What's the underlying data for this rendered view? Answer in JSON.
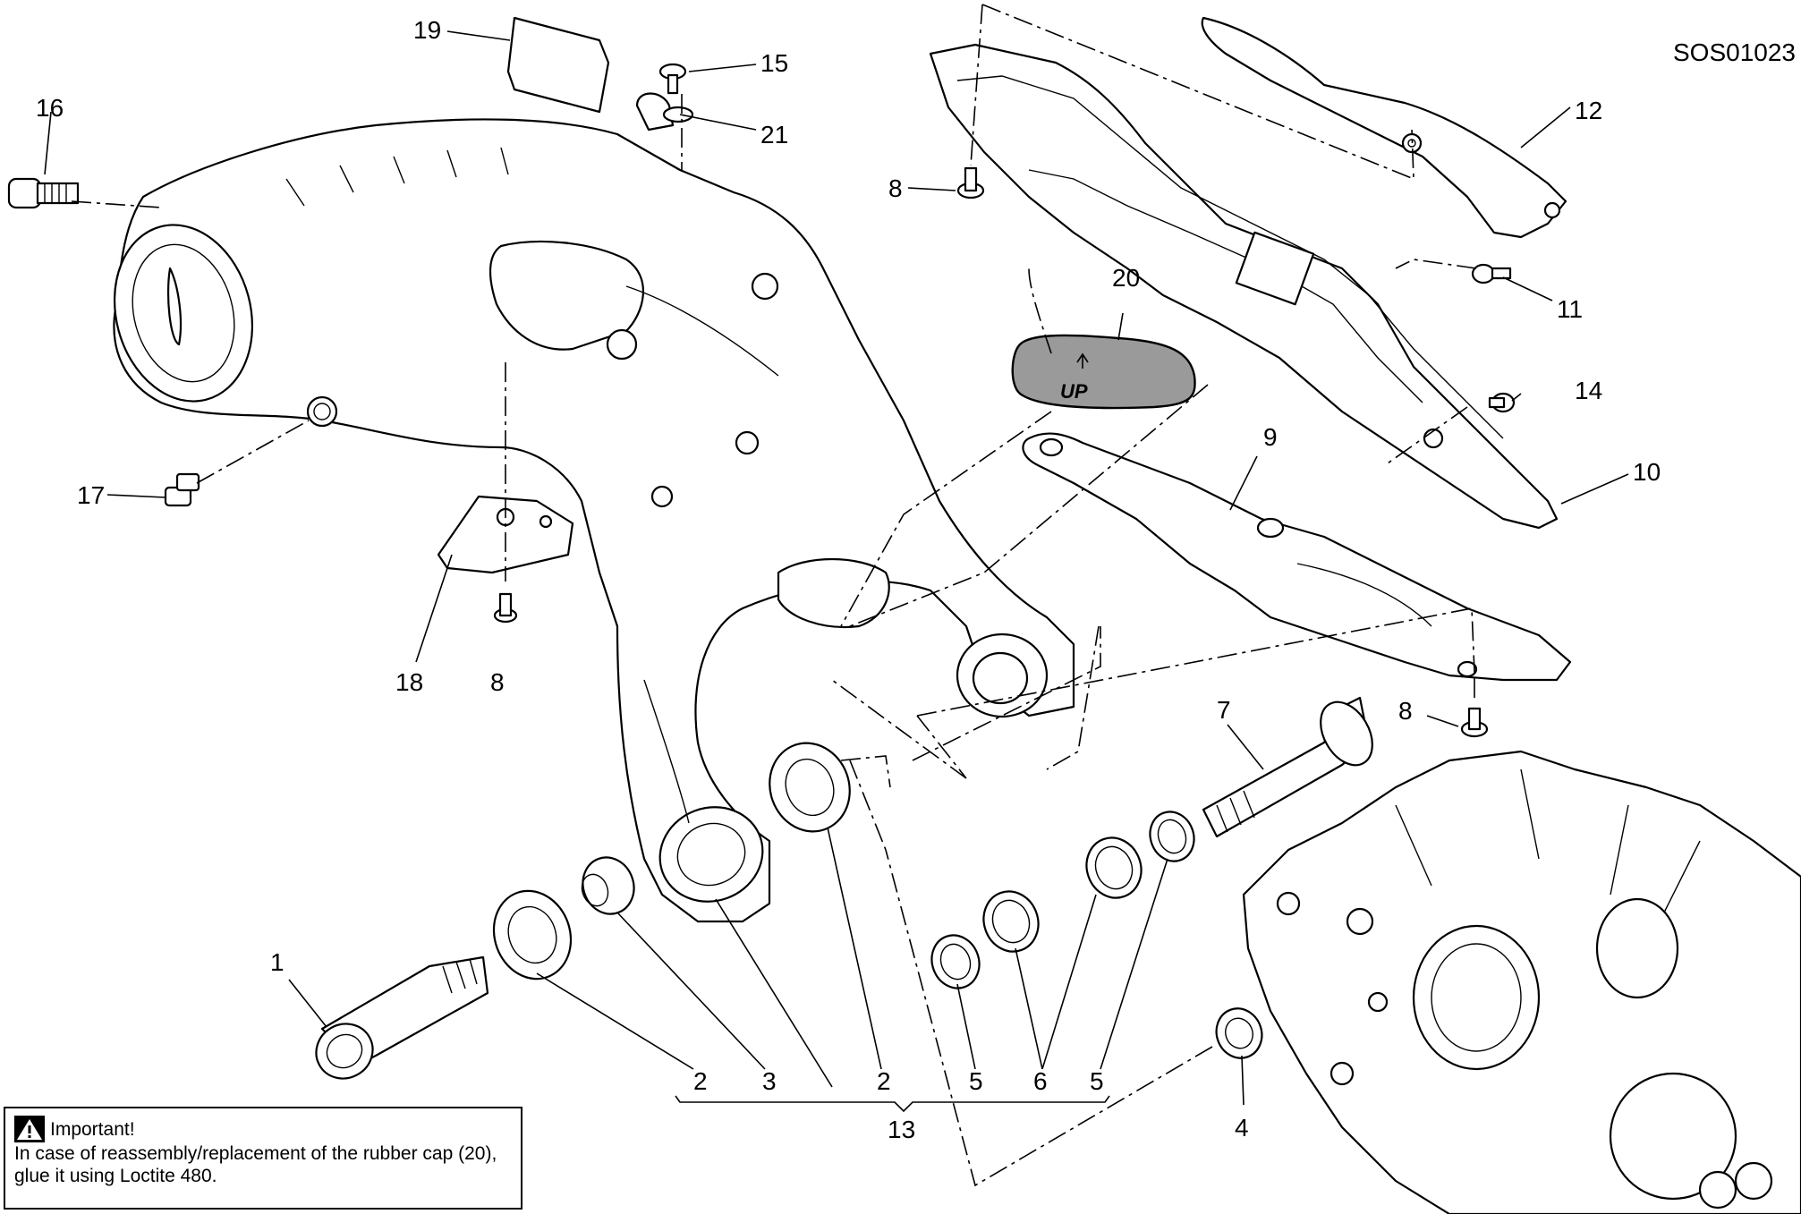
{
  "drawing_code": "SOS01023",
  "callouts": {
    "c1": "1",
    "c2a": "2",
    "c2b": "2",
    "c3": "3",
    "c4": "4",
    "c5a": "5",
    "c5b": "5",
    "c6": "6",
    "c7": "7",
    "c8a": "8",
    "c8b": "8",
    "c8c": "8",
    "c9": "9",
    "c10": "10",
    "c11": "11",
    "c12": "12",
    "c13": "13",
    "c14": "14",
    "c15": "15",
    "c16": "16",
    "c17": "17",
    "c18": "18",
    "c19": "19",
    "c20": "20",
    "c21": "21"
  },
  "cap_text": "UP",
  "note": {
    "title": "Important!",
    "line1": "In case of reassembly/replacement of the rubber cap (20),",
    "line2": "glue it using Loctite 480."
  },
  "icons": {
    "warning": "warning-triangle-icon"
  }
}
